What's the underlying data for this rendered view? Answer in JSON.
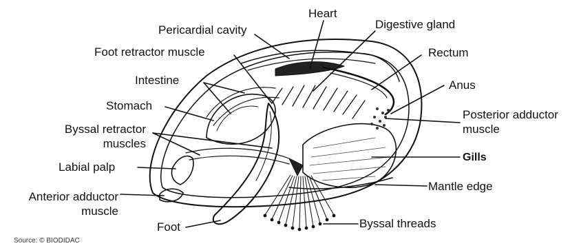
{
  "labels": {
    "heart": "Heart",
    "pericardial_cavity": "Pericardial cavity",
    "digestive_gland": "Digestive gland",
    "foot_retractor_muscle": "Foot retractor muscle",
    "rectum": "Rectum",
    "intestine": "Intestine",
    "anus": "Anus",
    "stomach": "Stomach",
    "posterior_adductor_line1": "Posterior adductor",
    "posterior_adductor_line2": "muscle",
    "byssal_retractor_line1": "Byssal retractor",
    "byssal_retractor_line2": "muscles",
    "gills": "Gills",
    "labial_palp": "Labial palp",
    "anterior_adductor_line1": "Anterior adductor",
    "anterior_adductor_line2": "muscle",
    "mantle_edge": "Mantle edge",
    "foot": "Foot",
    "byssal_threads": "Byssal threads"
  },
  "source": "Source: © BIODIDAC"
}
